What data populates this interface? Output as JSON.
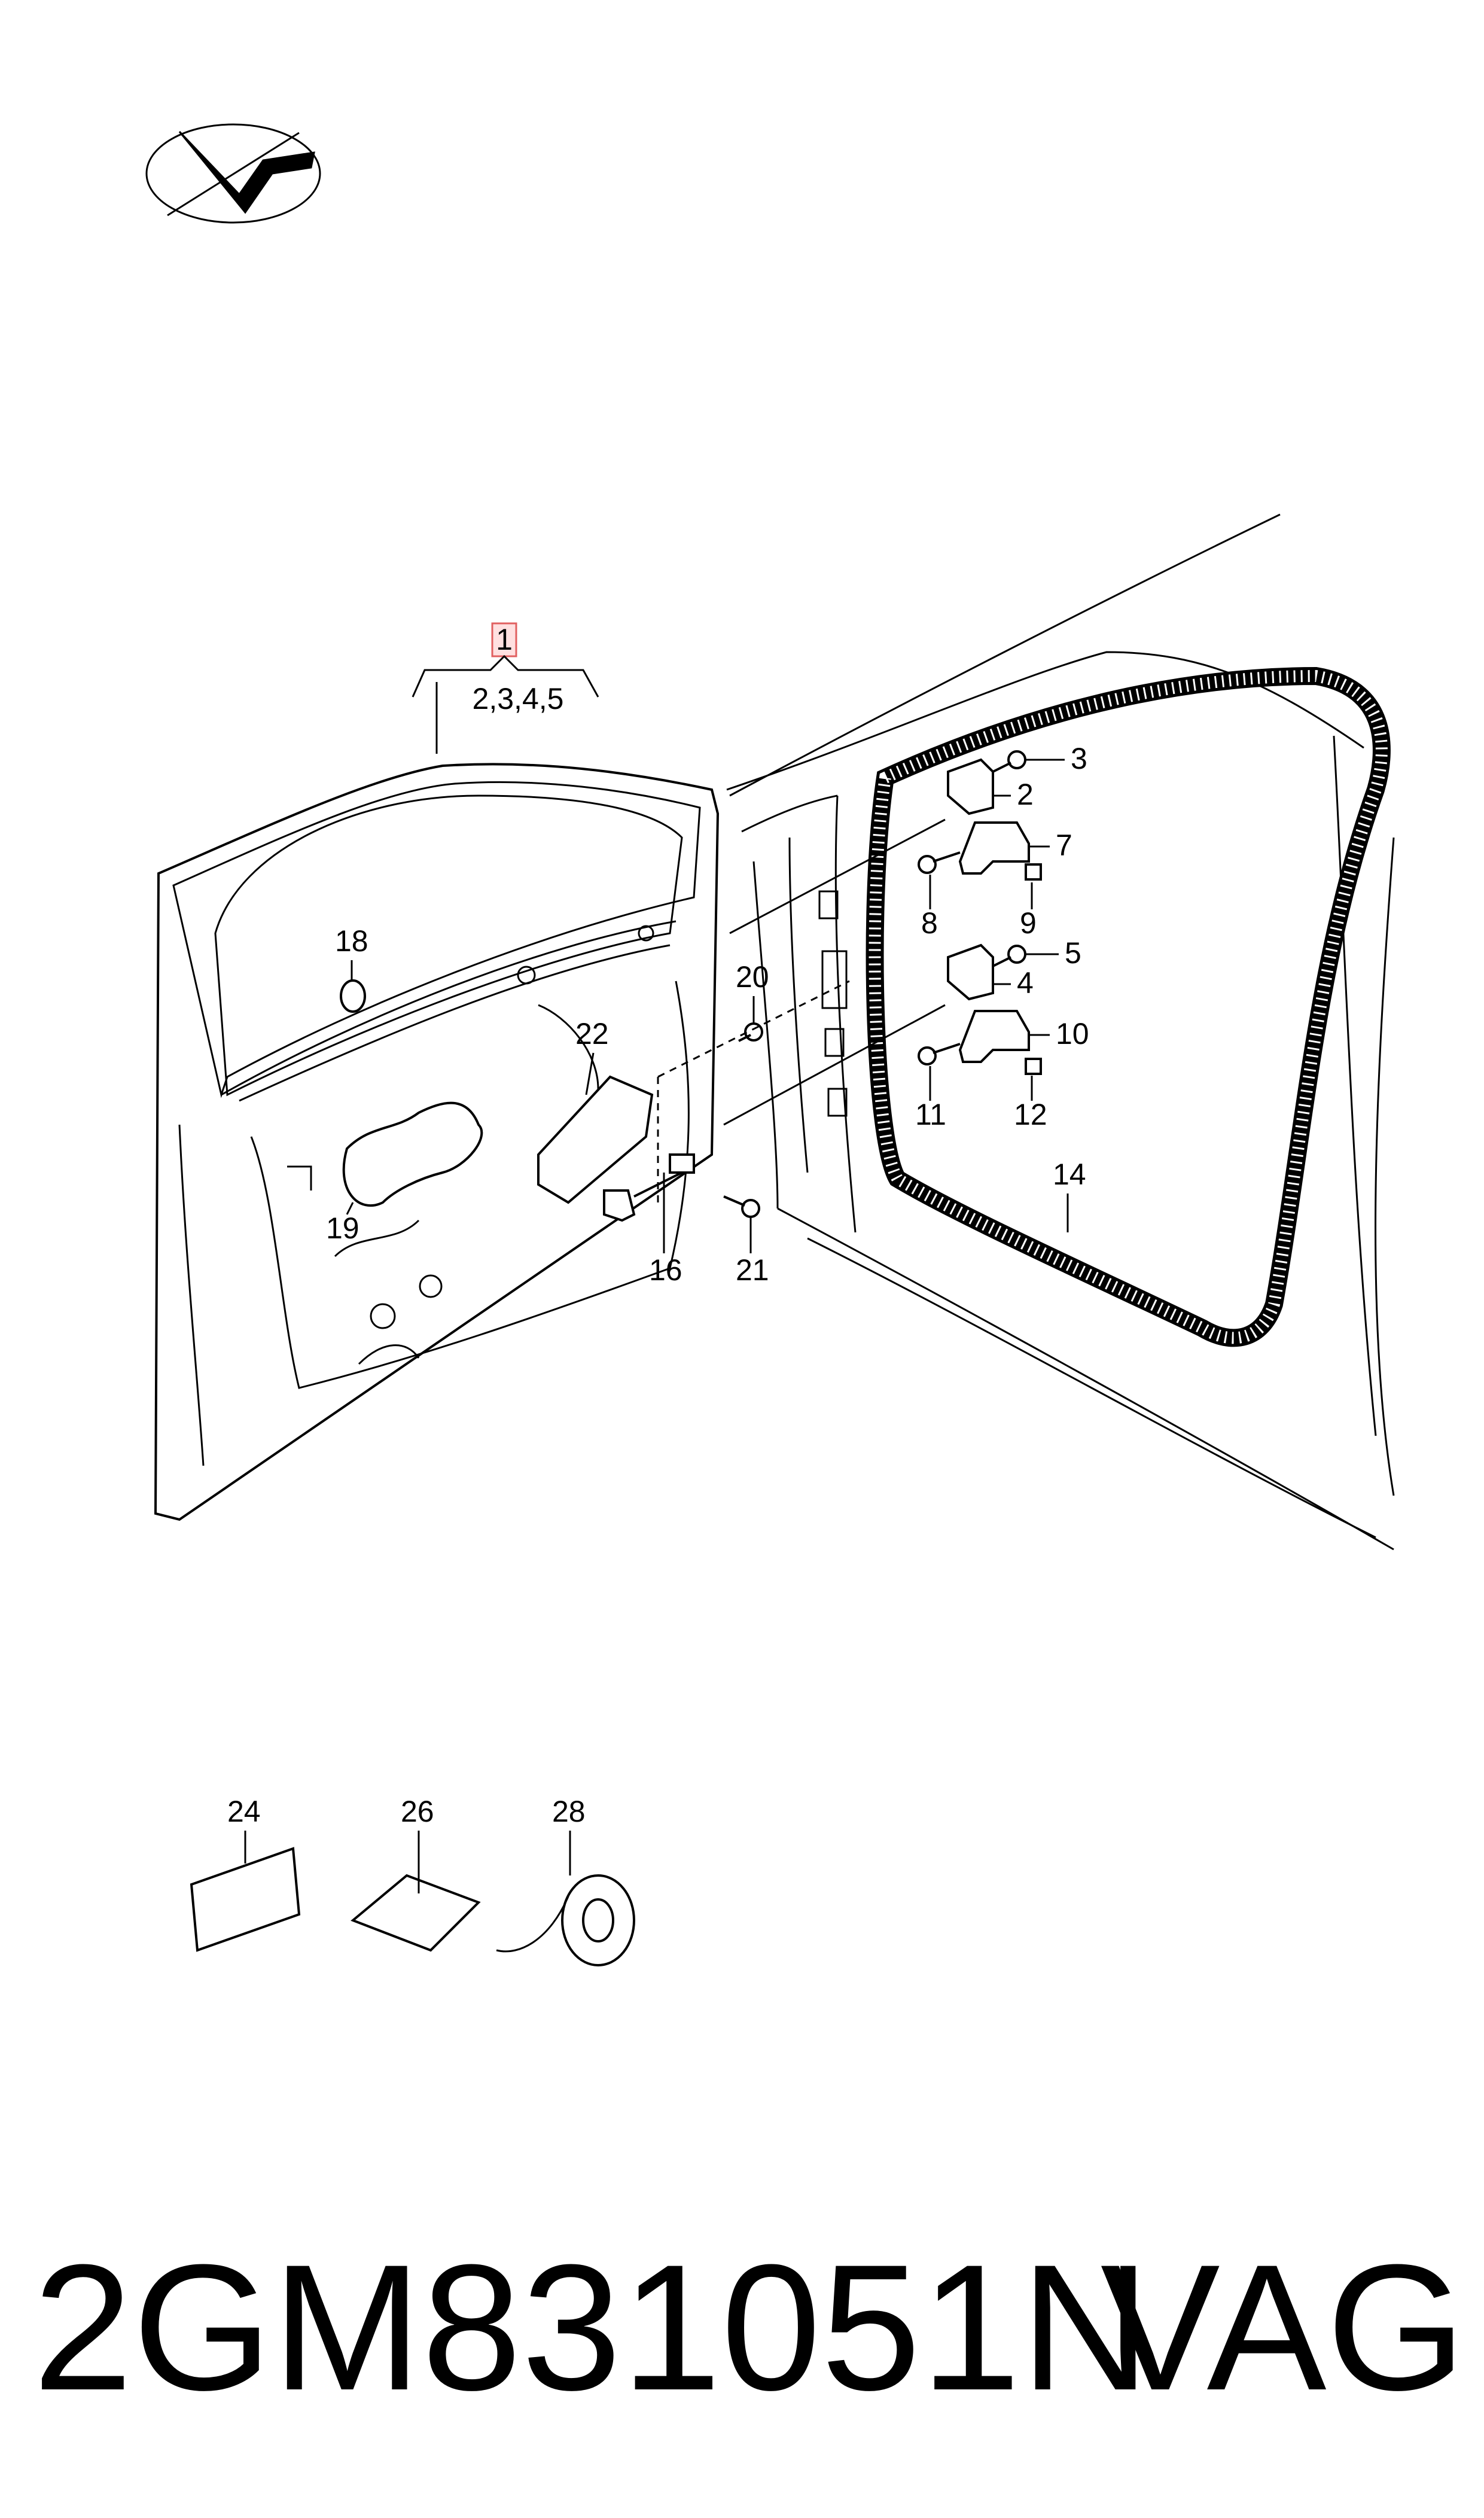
{
  "diagram": {
    "callouts": {
      "c1": "1",
      "c1_sub": "2,3,4,5",
      "c2": "2",
      "c3": "3",
      "c4": "4",
      "c5": "5",
      "c7": "7",
      "c8": "8",
      "c9": "9",
      "c10": "10",
      "c11": "11",
      "c12": "12",
      "c14": "14",
      "c16": "16",
      "c18": "18",
      "c19": "19",
      "c20": "20",
      "c21": "21",
      "c22": "22",
      "c24": "24",
      "c26": "26",
      "c28": "28"
    },
    "highlight_color": "#e06060"
  },
  "footer": {
    "part_number": "2GM831051N",
    "brand": "VAG"
  }
}
